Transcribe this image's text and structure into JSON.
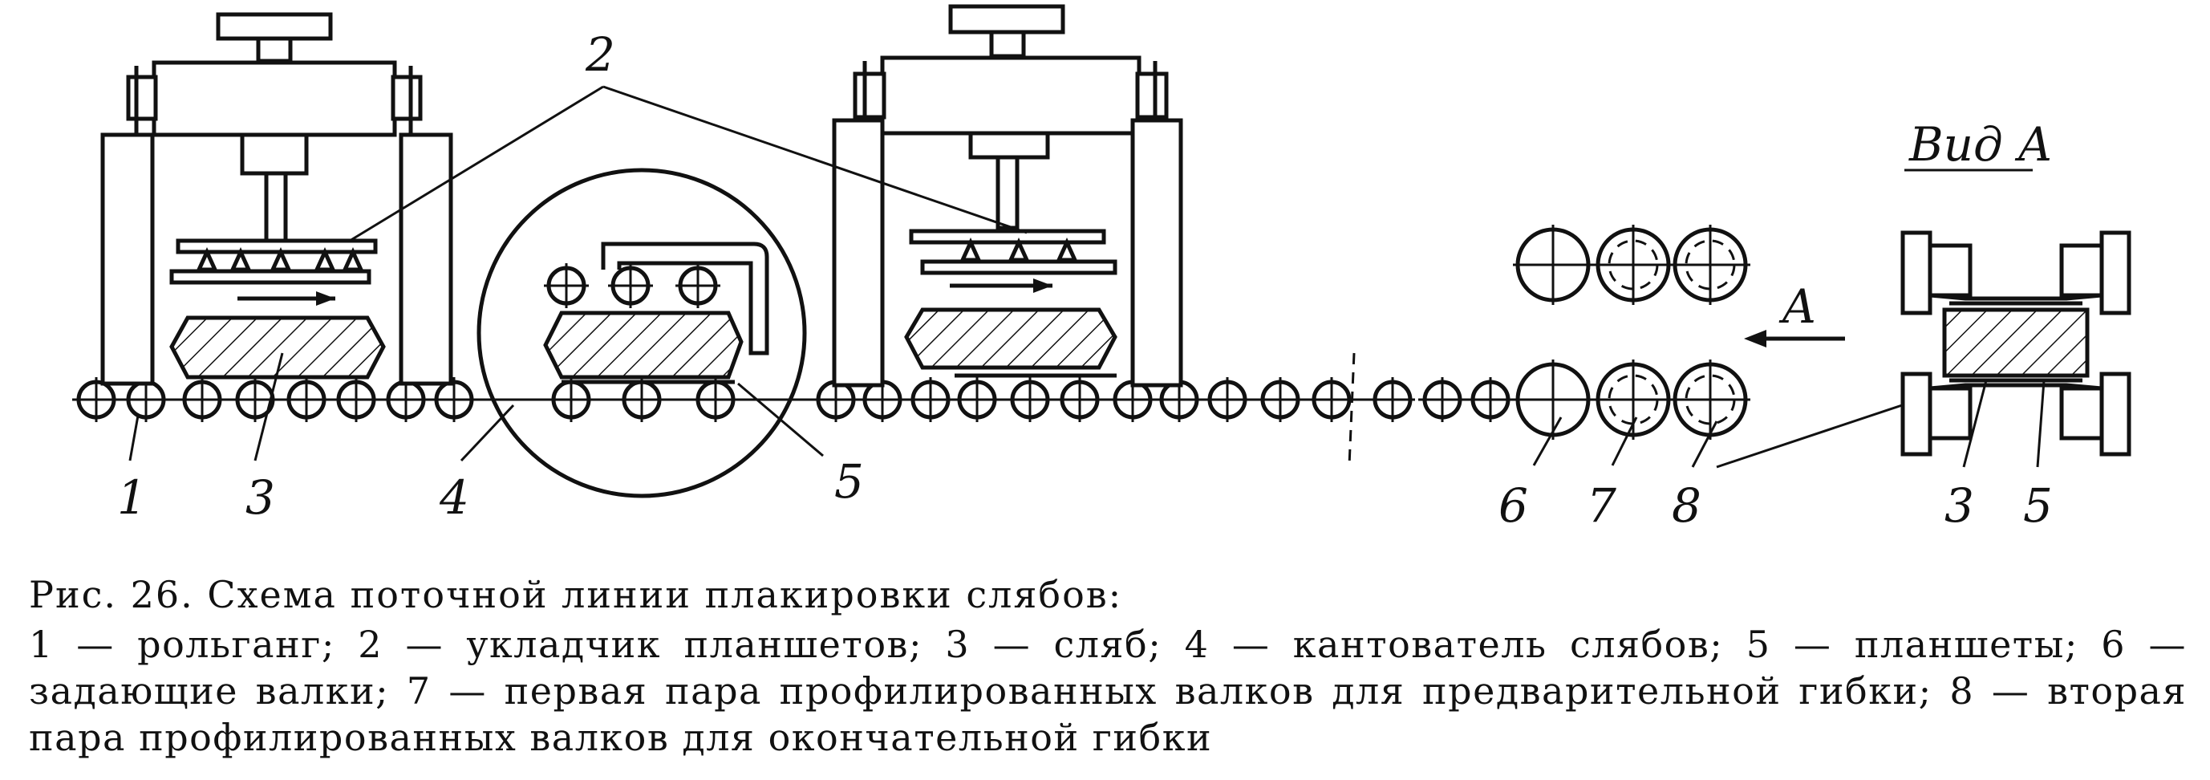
{
  "figure": {
    "labels": {
      "l1": "1",
      "l2": "2",
      "l3": "3",
      "l4": "4",
      "l5": "5",
      "l6": "6",
      "l7": "7",
      "l8": "8",
      "l3b": "3",
      "l5b": "5",
      "arrowA": "A",
      "viewA": "Вид А"
    }
  },
  "caption": {
    "title": "Рис. 26. Схема поточной линии плакировки слябов:",
    "body": "1 — рольганг; 2 — укладчик планшетов; 3 — сляб; 4 — кантователь слябов; 5 — планшеты; 6 — задающие валки; 7 — первая пара профилированных валков для предварительной гибки; 8 — вторая пара профилированных валков для окончательной гибки"
  }
}
